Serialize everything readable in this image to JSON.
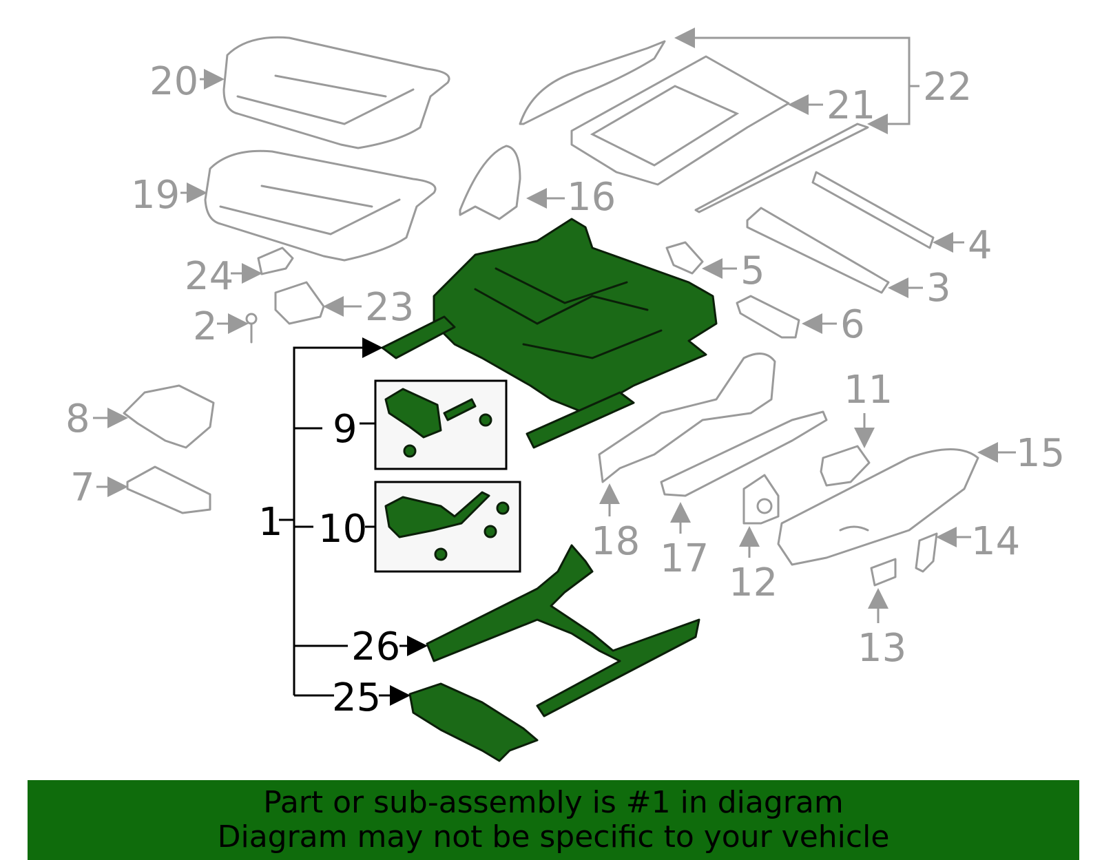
{
  "callouts": {
    "c1": "1",
    "c2": "2",
    "c3": "3",
    "c4": "4",
    "c5": "5",
    "c6": "6",
    "c7": "7",
    "c8": "8",
    "c9": "9",
    "c10": "10",
    "c11": "11",
    "c12": "12",
    "c13": "13",
    "c14": "14",
    "c15": "15",
    "c16": "16",
    "c17": "17",
    "c18": "18",
    "c19": "19",
    "c20": "20",
    "c21": "21",
    "c22": "22",
    "c23": "23",
    "c24": "24",
    "c25": "25",
    "c26": "26"
  },
  "banner": {
    "line1": "Part or sub-assembly is #1 in diagram",
    "line2": "Diagram may not be specific to your vehicle"
  },
  "colors": {
    "highlight_green": "#1b6a17",
    "banner_green": "#0f6c0c",
    "outline_gray": "#9a9a9a"
  }
}
